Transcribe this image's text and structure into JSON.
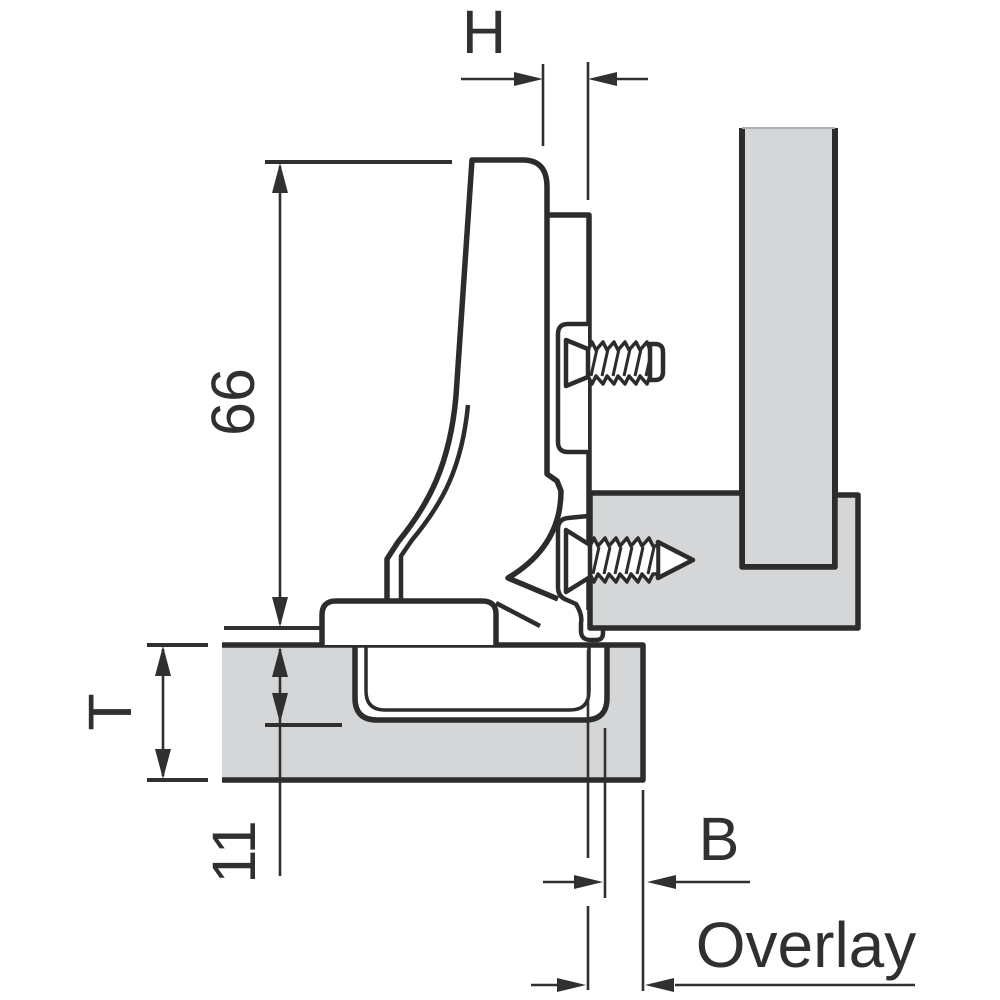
{
  "diagram": {
    "labels": {
      "plate_height": "H",
      "arm_height": "66",
      "door_thickness": "T",
      "cup_depth": "11",
      "bore_distance": "B",
      "overlay": "Overlay"
    },
    "colors": {
      "panel_fill": "#d5d6d8",
      "outline": "#2c2c2c",
      "dimension": "#303030",
      "background": "#ffffff"
    }
  }
}
